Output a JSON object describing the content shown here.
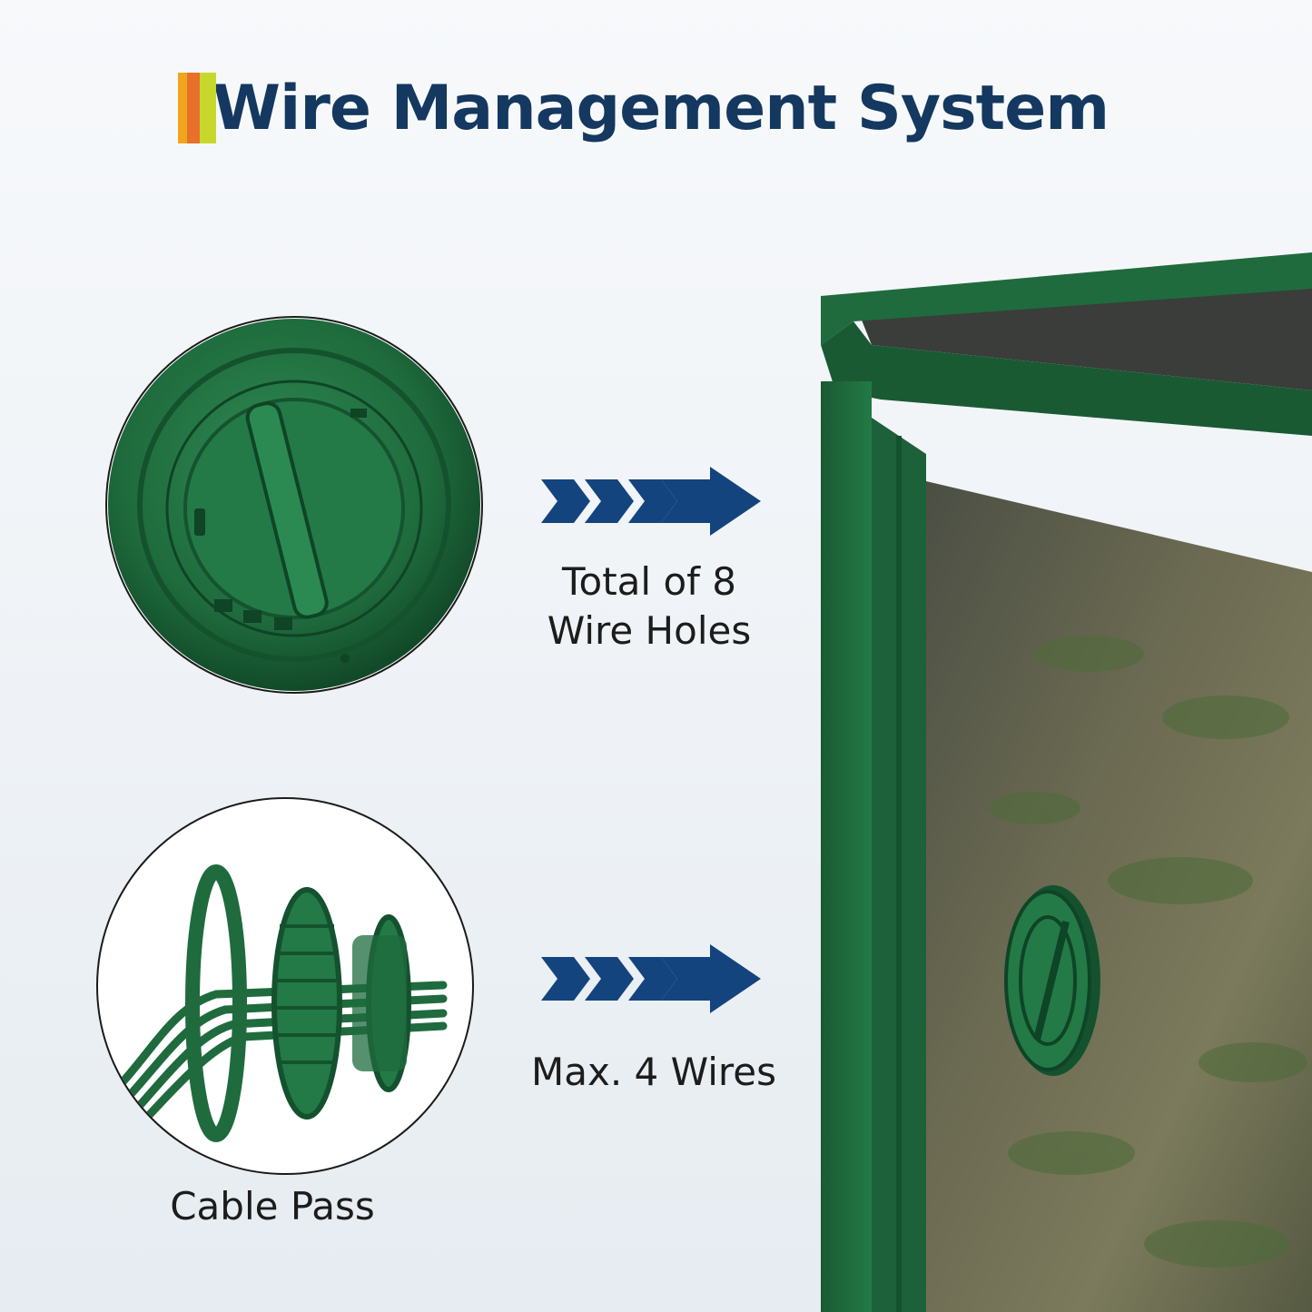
{
  "header": {
    "title": "Wire Management System"
  },
  "features": [
    {
      "caption_line1": "Total of 8",
      "caption_line2": "Wire Holes",
      "arrow_icon": "triple-chevron-arrow-right-icon"
    },
    {
      "caption_line1": "Max. 4 Wires",
      "arrow_icon": "triple-chevron-arrow-right-icon"
    }
  ],
  "labels": {
    "cable_pass": "Cable Pass"
  },
  "colors": {
    "title": "#14385f",
    "arrow": "#14447e",
    "product_green": "#1f6b3e",
    "accent_orange": "#e8702a",
    "accent_yellow": "#f0a51c",
    "accent_lime": "#c7d82c"
  }
}
